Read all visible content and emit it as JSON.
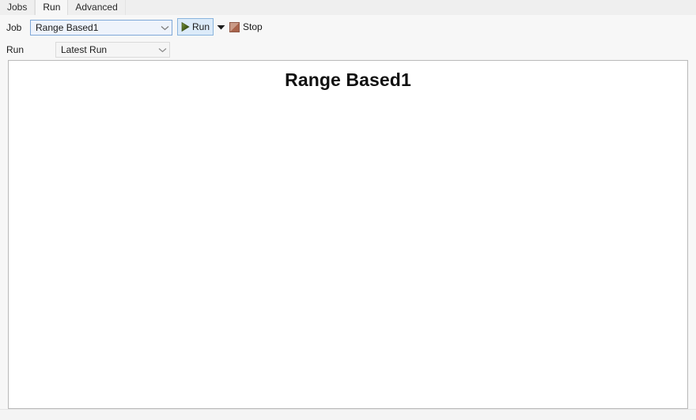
{
  "window": {
    "title": "Range Based1"
  },
  "tabs": [
    {
      "label": "Jobs",
      "selected": false,
      "name": "tab-jobs"
    },
    {
      "label": "Run",
      "selected": true,
      "name": "tab-run"
    },
    {
      "label": "Advanced",
      "selected": false,
      "name": "tab-advanced"
    }
  ],
  "toolbar": {
    "job": {
      "label": "Job",
      "value": "Range Based1",
      "caret_icon": "chevron-down-icon"
    },
    "run_selector": {
      "label": "Run",
      "value": "Latest Run",
      "caret_icon": "chevron-down-icon"
    },
    "run_button": {
      "label": "Run",
      "icon": "play-triangle-icon"
    },
    "run_dropdown": {
      "icon": "caret-down-icon"
    },
    "stop_button": {
      "label": "Stop",
      "icon": "stop-square-icon"
    }
  },
  "content": {
    "report_title": "Range Based1"
  },
  "colors": {
    "accent_focus_border": "#7fa8d8",
    "run_button_bg": "#dcebf9",
    "run_button_border": "#8ab4dd",
    "play_icon": "#4f6b1d",
    "stop_icon": "#9c5c48",
    "panel_border": "#b9b9b9",
    "toolbar_bg": "#f7f7f7",
    "tabstrip_bg": "#efefef"
  }
}
